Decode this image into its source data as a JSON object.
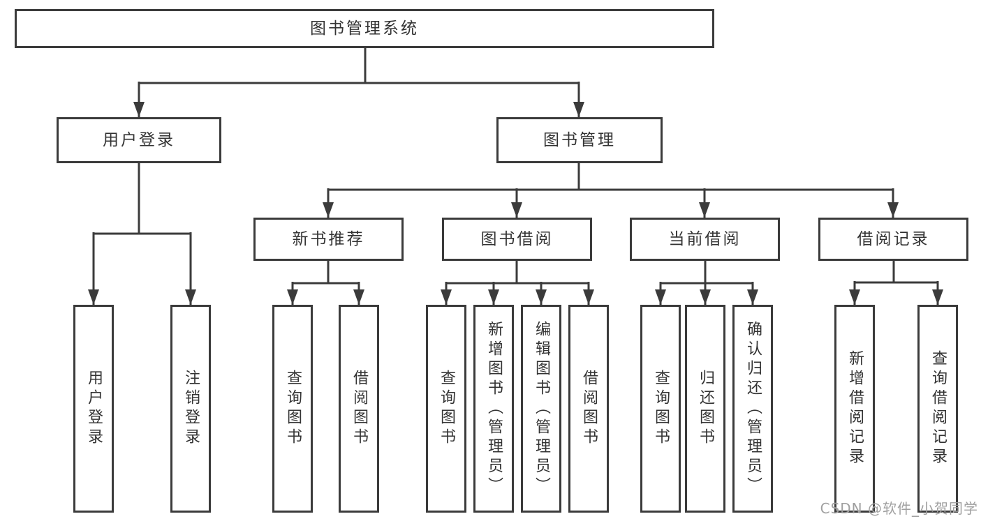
{
  "root": {
    "label": "图书管理系统"
  },
  "level2": [
    {
      "label": "用户登录"
    },
    {
      "label": "图书管理"
    }
  ],
  "level3": [
    {
      "label": "新书推荐"
    },
    {
      "label": "图书借阅"
    },
    {
      "label": "当前借阅"
    },
    {
      "label": "借阅记录"
    }
  ],
  "leaves": [
    {
      "label": "用户登录"
    },
    {
      "label": "注销登录"
    },
    {
      "label": "查询图书"
    },
    {
      "label": "借阅图书"
    },
    {
      "label": "查询图书"
    },
    {
      "label": "新增图书（管理员）"
    },
    {
      "label": "编辑图书（管理员）"
    },
    {
      "label": "借阅图书"
    },
    {
      "label": "查询图书"
    },
    {
      "label": "归还图书"
    },
    {
      "label": "确认归还（管理员）"
    },
    {
      "label": "新增借阅记录"
    },
    {
      "label": "查询借阅记录"
    }
  ],
  "watermark": {
    "text": "CSDN @软件_小贺同学"
  },
  "colors": {
    "border": "#3b3b3b",
    "line": "#3b3b3b",
    "text": "#333333",
    "background": "#ffffff",
    "watermark": "#a0a0a0"
  }
}
